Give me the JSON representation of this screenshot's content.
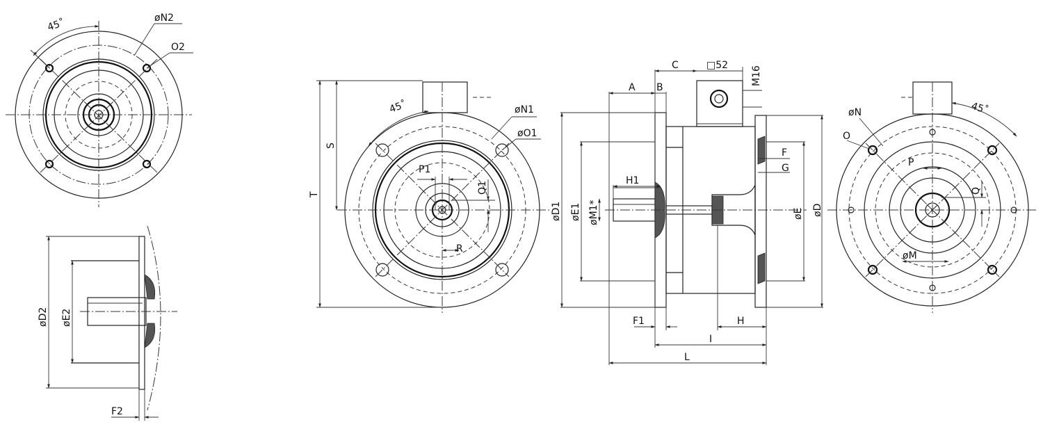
{
  "labels": {
    "angle_left": "45˚",
    "n2": "øN2",
    "o2": "O2",
    "d2": "øD2",
    "e2": "øE2",
    "f2": "F2",
    "t": "T",
    "s": "S",
    "angle_front": "45˚",
    "n1": "øN1",
    "o1": "øO1",
    "p1": "P1",
    "q1": "Q1",
    "r": "R",
    "c": "C",
    "sq52": "□52",
    "m16": "M16",
    "a": "A",
    "b": "B",
    "d1": "øD1",
    "e1": "øE1",
    "m1": "øM1*",
    "h1": "H1",
    "f": "F",
    "g": "G",
    "e": "øE",
    "d": "øD",
    "f1": "F1",
    "h": "H",
    "i": "I",
    "l": "L",
    "n": "øN",
    "o": "O",
    "angle_right": "45˚",
    "p": "P",
    "q": "Q",
    "m": "øM"
  }
}
